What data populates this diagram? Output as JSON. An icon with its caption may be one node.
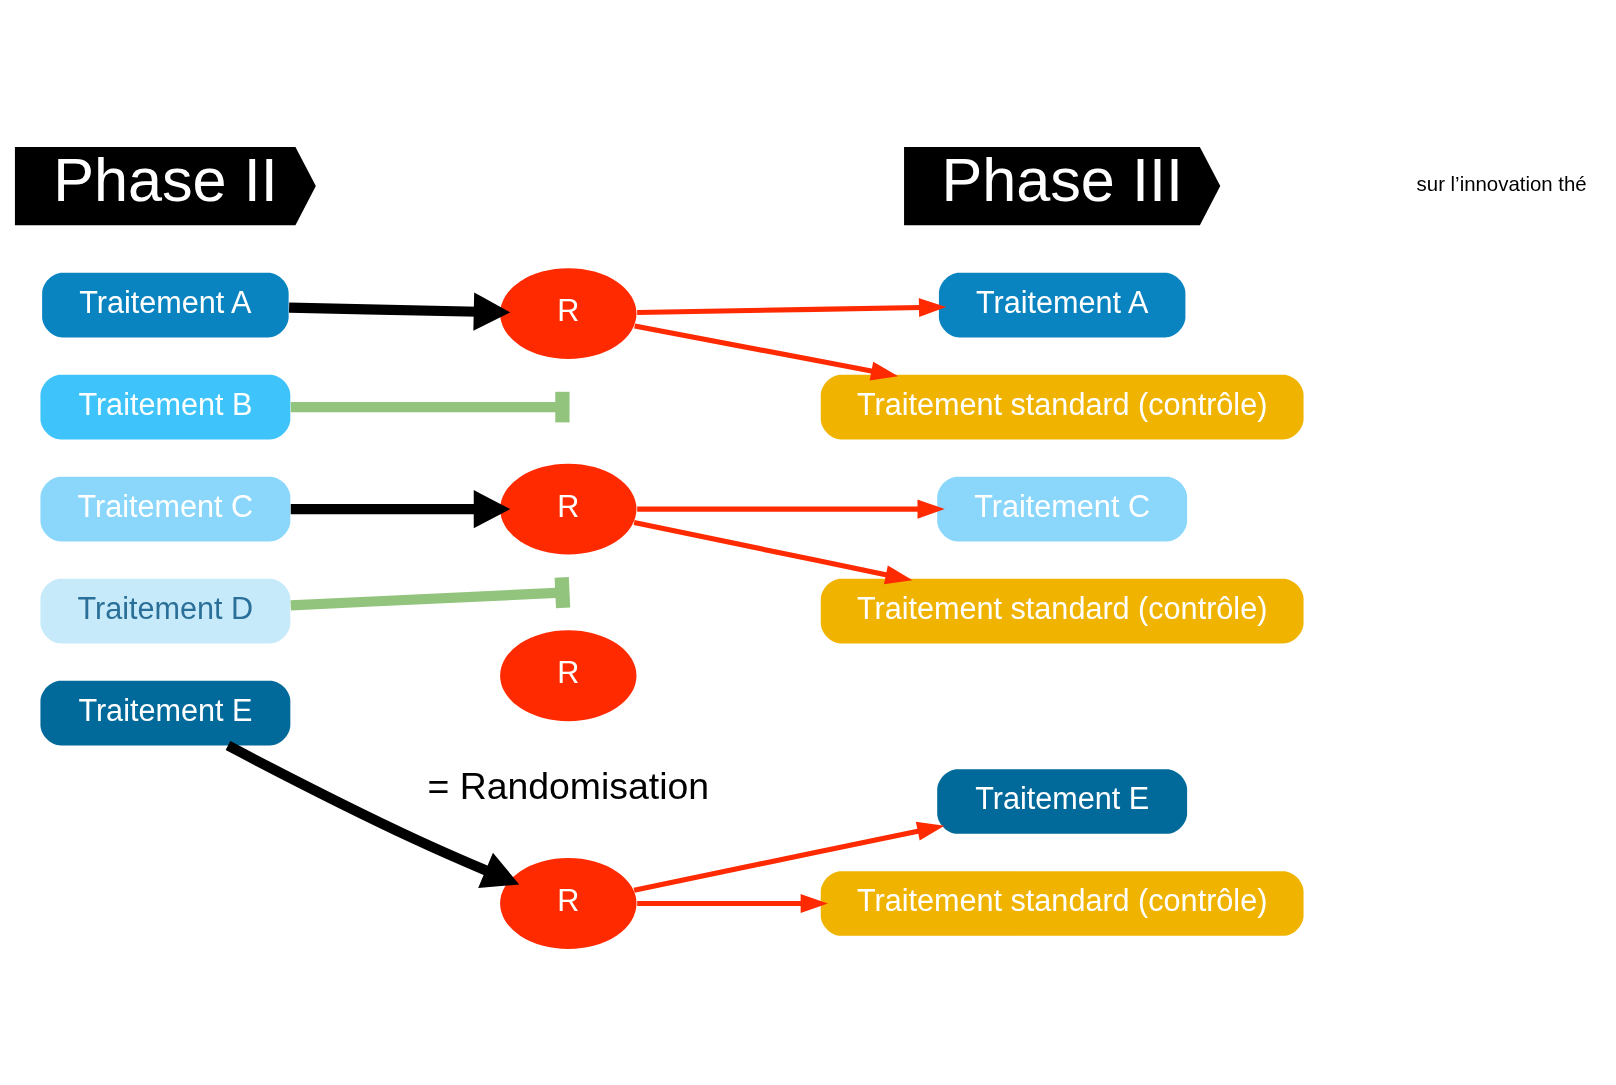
{
  "diagram": {
    "nodes": [
      {
        "text": [
          "Phase II"
        ]
      },
      {
        "text": [
          "Phase III"
        ]
      },
      {
        "text": [
          "Traitement A"
        ]
      },
      {
        "text": [
          "Traitement B"
        ]
      },
      {
        "text": [
          "Traitement C"
        ]
      },
      {
        "text": [
          "Traitement D"
        ]
      },
      {
        "text": [
          "Traitement E"
        ]
      },
      {
        "text": [
          "R"
        ]
      },
      {
        "text": [
          "R"
        ]
      },
      {
        "text": [
          "R"
        ]
      },
      {
        "text": [
          "Traitement A"
        ]
      },
      {
        "text": [
          "Traitement standard (contrôle)"
        ]
      },
      {
        "text": [
          "Traitement C"
        ]
      },
      {
        "text": [
          "Traitement standard (contrôle)"
        ]
      },
      {
        "text": [
          "Traitement E"
        ]
      },
      {
        "text": [
          "Traitement standard (contrôle)"
        ]
      },
      {
        "text": [
          "R"
        ]
      }
    ],
    "edges": [
      {
        "from": 2,
        "to": 7,
        "arrow": "to",
        "style": "thick",
        "color": "#000000"
      },
      {
        "from": 3,
        "to": null,
        "arrow": "other",
        "style": "thick",
        "color": "#93c47d"
      },
      {
        "from": 4,
        "to": 8,
        "arrow": "to",
        "style": "thick",
        "color": "#000000"
      },
      {
        "from": 5,
        "to": null,
        "arrow": "other",
        "style": "thick",
        "color": "#93c47d"
      },
      {
        "from": 6,
        "to": 9,
        "arrow": "to",
        "style": "thick",
        "color": "#000000"
      },
      {
        "from": 7,
        "to": 10,
        "arrow": "to"
      },
      {
        "from": 7,
        "to": 11,
        "arrow": "to"
      },
      {
        "from": 8,
        "to": 12,
        "arrow": "to"
      },
      {
        "from": 8,
        "to": 13,
        "arrow": "to"
      },
      {
        "from": 9,
        "to": 14,
        "arrow": "to"
      },
      {
        "from": 9,
        "to": 15,
        "arrow": "to"
      }
    ],
    "labels": [
      "sur l’innovation thé",
      "= Randomisation"
    ]
  }
}
